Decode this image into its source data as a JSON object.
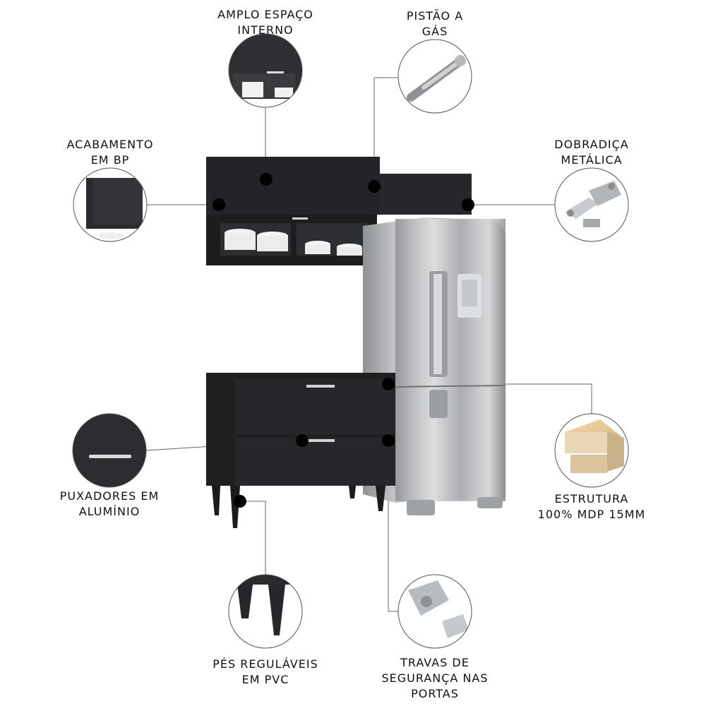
{
  "features": {
    "amplo": "AMPLO ESPAÇO\nINTERNO",
    "pistao": "PISTÃO A\nGÁS",
    "acabamento": "ACABAMENTO\nEM BP",
    "dobradica": "DOBRADIÇA\nMETÁLICA",
    "puxadores": "PUXADORES EM\nALUMÍNIO",
    "estrutura": "ESTRUTURA\n100% MDP 15MM",
    "pes": "PÉS REGULÁVEIS\nEM PVC",
    "travas": "TRAVAS DE\nSEGURANÇA NAS\nPORTAS"
  },
  "colors": {
    "cabinet": "#1f2022",
    "cabinet_edge": "#2c2d30",
    "steel": "#b7b9bb",
    "line": "#555555"
  }
}
